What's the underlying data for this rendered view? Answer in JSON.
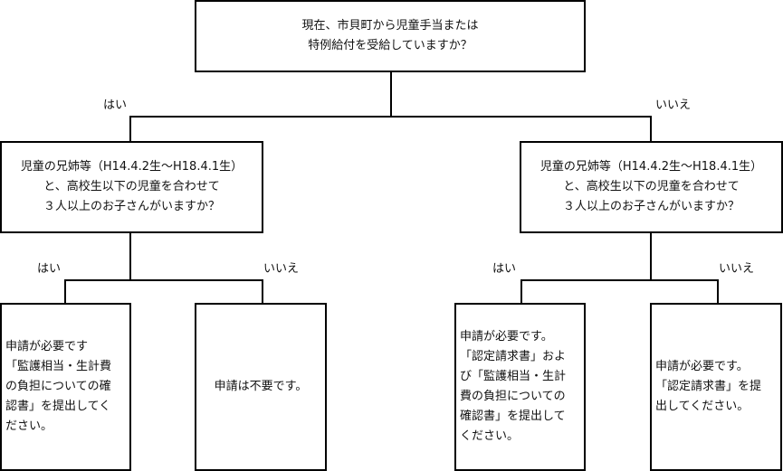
{
  "diagram": {
    "root": {
      "question": "現在、市貝町から児童手当または\n特例給付を受給していますか？"
    },
    "branch_labels": {
      "root_yes": "はい",
      "root_no": "いいえ",
      "left_yes": "はい",
      "left_no": "いいえ",
      "right_yes": "はい",
      "right_no": "いいえ"
    },
    "left_question": "児童の兄姉等（H14.4.2生～H18.4.1生）\nと、高校生以下の児童を合わせて\n３人以上のお子さんがいますか？",
    "right_question": "児童の兄姉等（H14.4.2生～H18.4.1生）\nと、高校生以下の児童を合わせて\n３人以上のお子さんがいますか？",
    "outcomes": {
      "left_yes": "申請が必要です\n「監護相当・生計費\nの負担についての確\n認書」を提出してく\nださい。",
      "left_no": "申請は不要です。",
      "right_yes": "申請が必要です。\n「認定請求書」およ\nび「監護相当・生計\n費の負担についての\n確認書」を提出して\nください。",
      "right_no": "申請が必要です。\n「認定請求書」を提\n出してください。"
    }
  }
}
